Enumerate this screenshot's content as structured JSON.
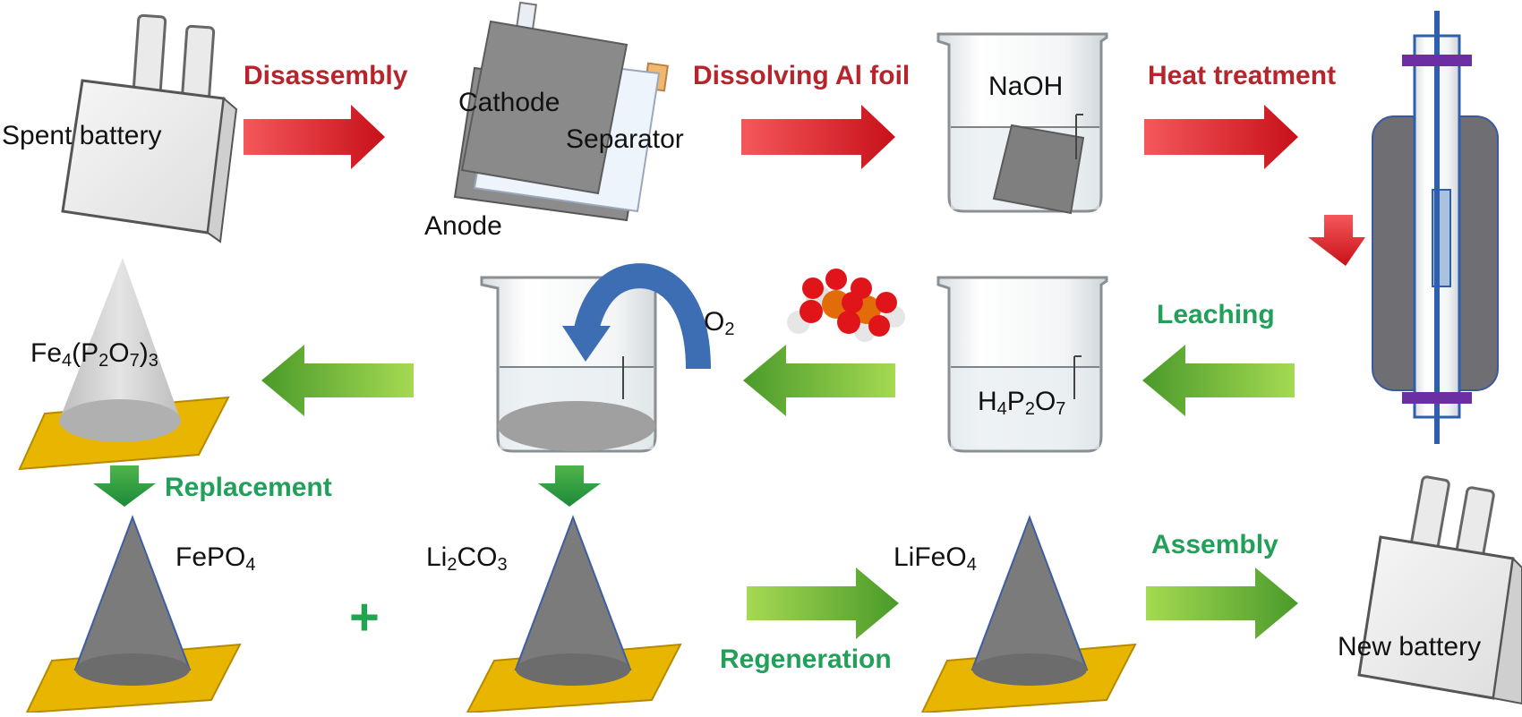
{
  "steps": {
    "disassembly": "Disassembly",
    "dissolving": "Dissolving Al foil",
    "heat": "Heat treatment",
    "leaching": "Leaching",
    "replacement": "Replacement",
    "regeneration": "Regeneration",
    "assembly": "Assembly"
  },
  "items": {
    "spent_battery": "Spent battery",
    "new_battery": "New battery",
    "cathode": "Cathode",
    "separator": "Separator",
    "anode": "Anode",
    "naoh": "NaOH",
    "o2": {
      "base": "O",
      "sub": "2"
    },
    "plus": "+"
  },
  "formulas": {
    "fe4p2o7_3": [
      {
        "t": "Fe"
      },
      {
        "s": "4"
      },
      {
        "t": "(P"
      },
      {
        "s": "2"
      },
      {
        "t": "O"
      },
      {
        "s": "7"
      },
      {
        "t": ")"
      },
      {
        "s": "3"
      }
    ],
    "h4p2o7": [
      {
        "t": "H"
      },
      {
        "s": "4"
      },
      {
        "t": "P"
      },
      {
        "s": "2"
      },
      {
        "t": "O"
      },
      {
        "s": "7"
      }
    ],
    "fepo4": [
      {
        "t": "FePO"
      },
      {
        "s": "4"
      }
    ],
    "li2co3": [
      {
        "t": "Li"
      },
      {
        "s": "2"
      },
      {
        "t": "CO"
      },
      {
        "s": "3"
      }
    ],
    "lifeo4": [
      {
        "t": "LiFeO"
      },
      {
        "s": "4"
      }
    ]
  },
  "colors": {
    "red_arrow": "#d8141c",
    "green_arrow": "#63b432",
    "cone_gray": "#7b7b7b",
    "base_yellow": "#e8b500",
    "furnace": "#6d6d72",
    "tube": "#e2ecf7",
    "clamp_purple": "#6b2fa3",
    "rod_blue": "#2d5faa",
    "o2_arrow": "#3d6eb4"
  }
}
